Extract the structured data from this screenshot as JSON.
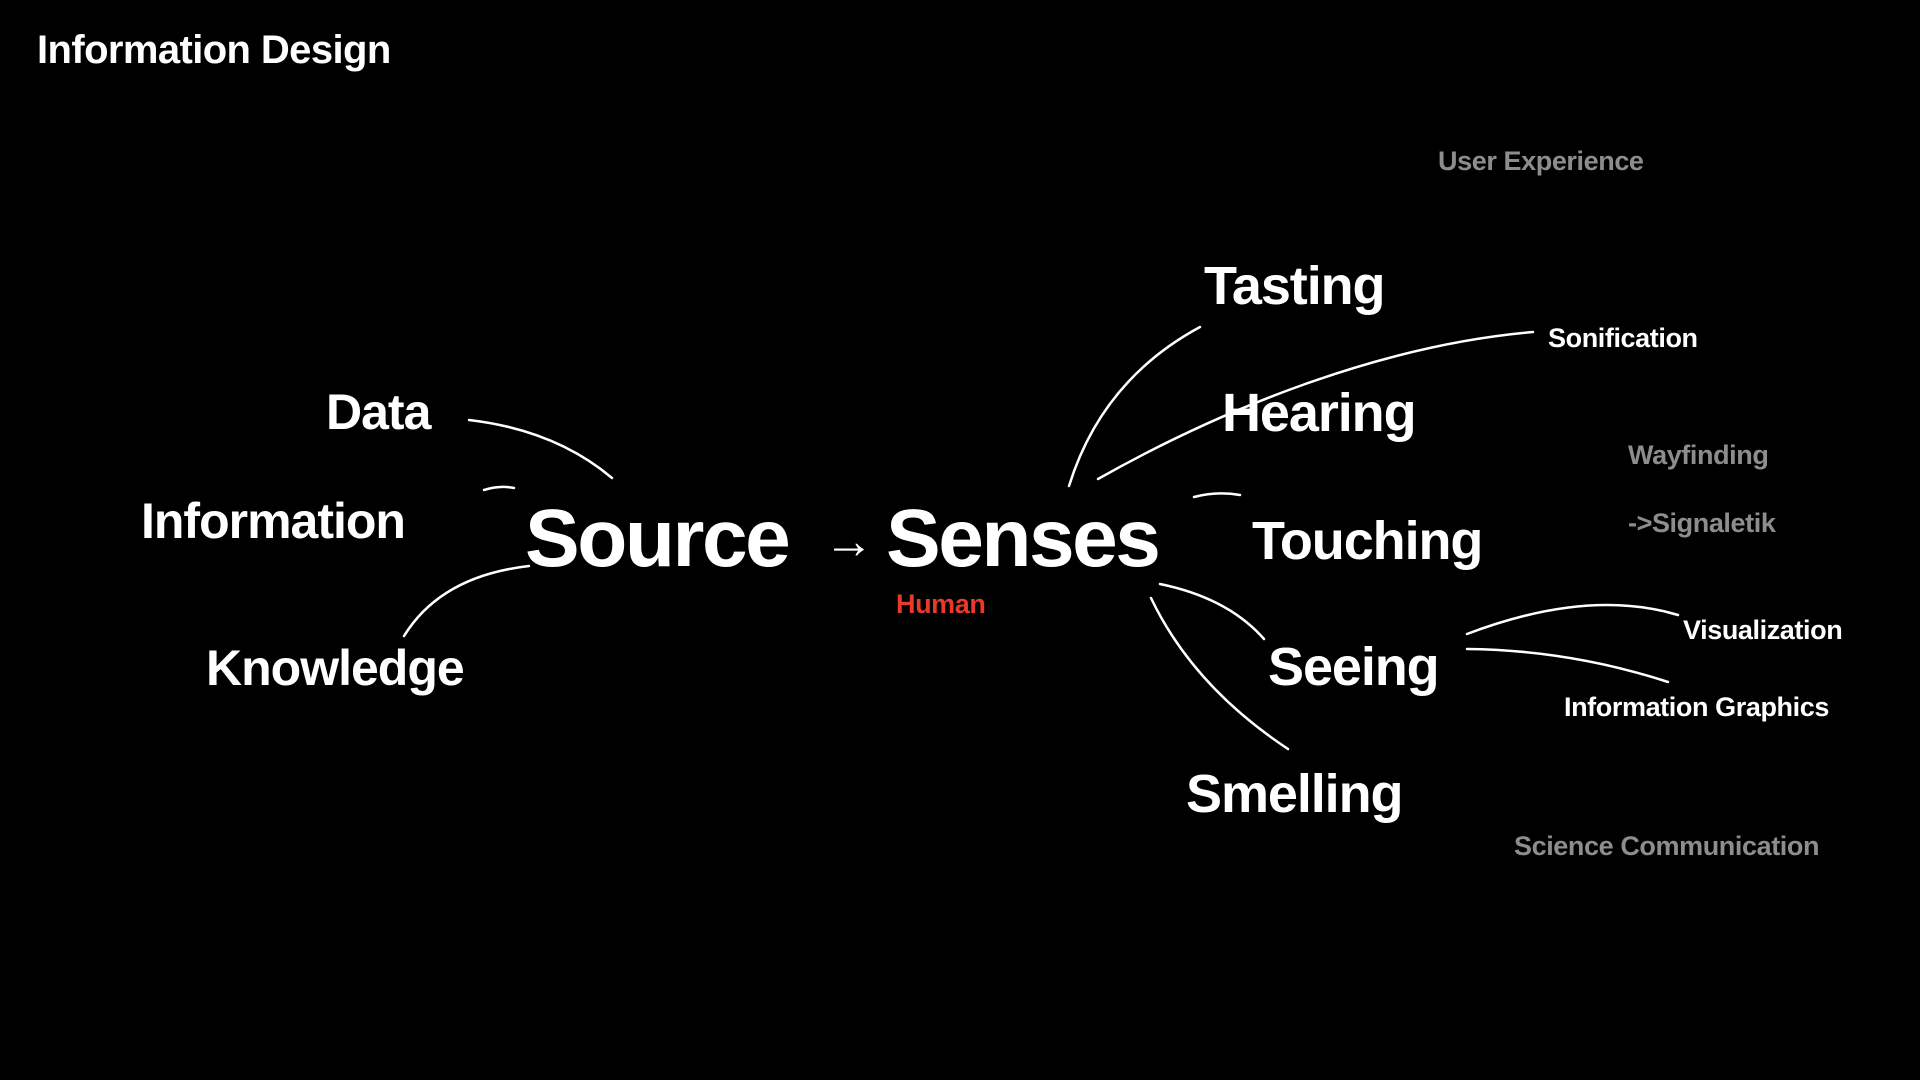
{
  "title": "Information Design",
  "colors": {
    "background": "#000000",
    "text": "#ffffff",
    "muted": "#8d8d8d",
    "accent": "#e8392b"
  },
  "map": {
    "sources": {
      "data": "Data",
      "information": "Information",
      "knowledge": "Knowledge"
    },
    "hub": {
      "source": "Source",
      "senses": "Senses",
      "senses_sub": "Human",
      "arrow": "→"
    },
    "senses": {
      "tasting": "Tasting",
      "hearing": "Hearing",
      "touching": "Touching",
      "seeing": "Seeing",
      "smelling": "Smelling"
    },
    "fields": {
      "user_experience": "User Experience",
      "sonification": "Sonification",
      "wayfinding_line1": "Wayfinding",
      "wayfinding_line2": "->Signaletik",
      "visualization": "Visualization",
      "information_graphics": "Information Graphics",
      "science_communication": "Science Communication"
    }
  }
}
